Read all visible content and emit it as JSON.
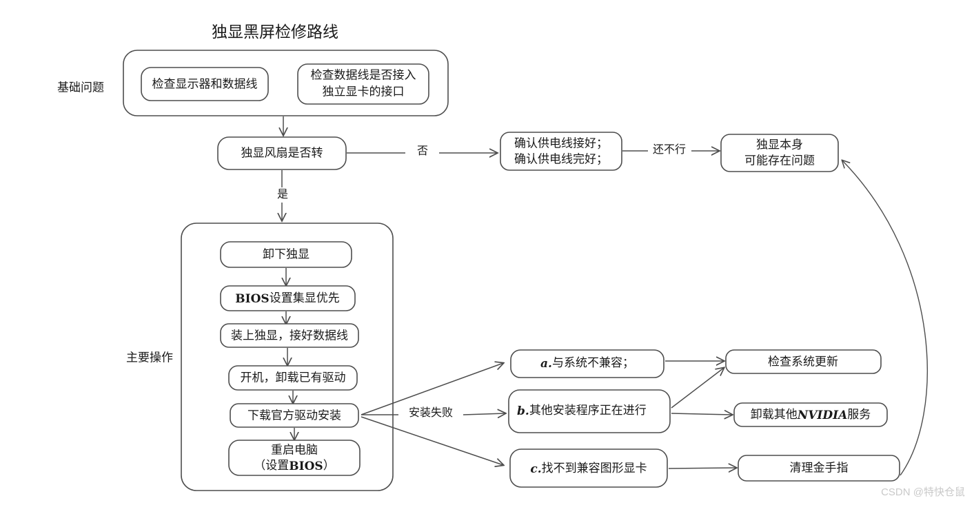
{
  "diagram": {
    "title": "独显黑屏检修路线",
    "watermark": "CSDN @特快仓鼠",
    "stroke_color": "#4d4d4d",
    "text_color": "#1a1a1a",
    "background": "#ffffff",
    "side_labels": {
      "basic": "基础问题",
      "main": "主要操作"
    },
    "nodes": {
      "check_monitor_cable": "检查显示器和数据线",
      "check_cable_port_l1": "检查数据线是否接入",
      "check_cable_port_l2": "独立显卡的接口",
      "fan_spin": "独显风扇是否转",
      "power_line_l1": "确认供电线接好；",
      "power_line_l2": "确认供电线完好；",
      "gpu_itself_l1": "独显本身",
      "gpu_itself_l2": "可能存在问题",
      "remove_gpu": "卸下独显",
      "bios_igpu_prefix": "BIOS",
      "bios_igpu_rest": "设置集显优先",
      "install_gpu": "装上独显，接好数据线",
      "boot_uninstall_driver": "开机，卸载已有驱动",
      "download_driver": "下载官方驱动安装",
      "restart_pc_l1": "重启电脑",
      "restart_pc_l2_pre": "（设置",
      "restart_pc_l2_bios": "BIOS",
      "restart_pc_l2_post": "）",
      "fail_a_key": "a.",
      "fail_a_text": "与系统不兼容；",
      "fail_b_key": "b.",
      "fail_b_text": "其他安装程序正在进行",
      "fail_c_key": "c.",
      "fail_c_text": "找不到兼容图形显卡",
      "check_sys_update": "检查系统更新",
      "uninstall_nvidia_pre": "卸载其他",
      "uninstall_nvidia_mid": "NVIDIA",
      "uninstall_nvidia_post": "服务",
      "clean_gold_fingers": "清理金手指"
    },
    "edge_labels": {
      "no": "否",
      "yes": "是",
      "still_fail": "还不行",
      "install_failed": "安装失败"
    }
  }
}
